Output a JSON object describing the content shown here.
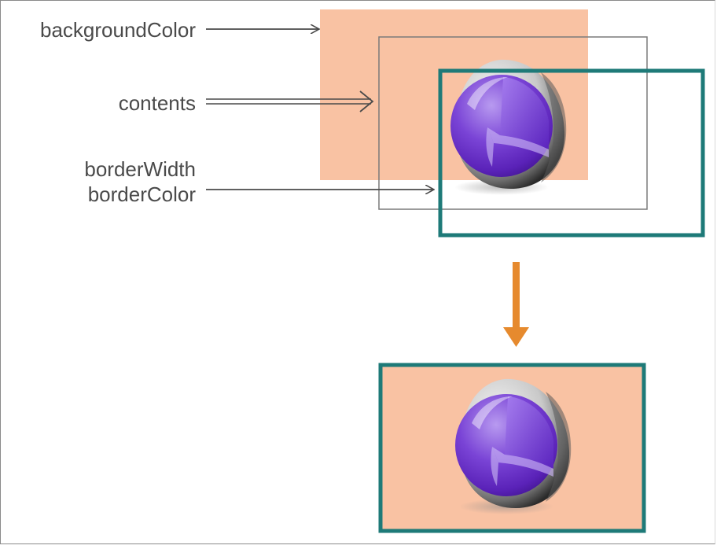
{
  "labels": {
    "background_color": "backgroundColor",
    "contents": "contents",
    "border_width": "borderWidth",
    "border_color": "borderColor"
  },
  "colors": {
    "background": "#f9c2a3",
    "border": "#1e7a78",
    "layer_outline": "#7a7a7a",
    "arrow": "#e68a2e",
    "label": "#4a4a4a",
    "sphere_purple": "#6a2fc4"
  },
  "icons": {
    "layer_content_image": "purple-sphere-icon",
    "transition_arrow": "arrow-down-icon"
  }
}
